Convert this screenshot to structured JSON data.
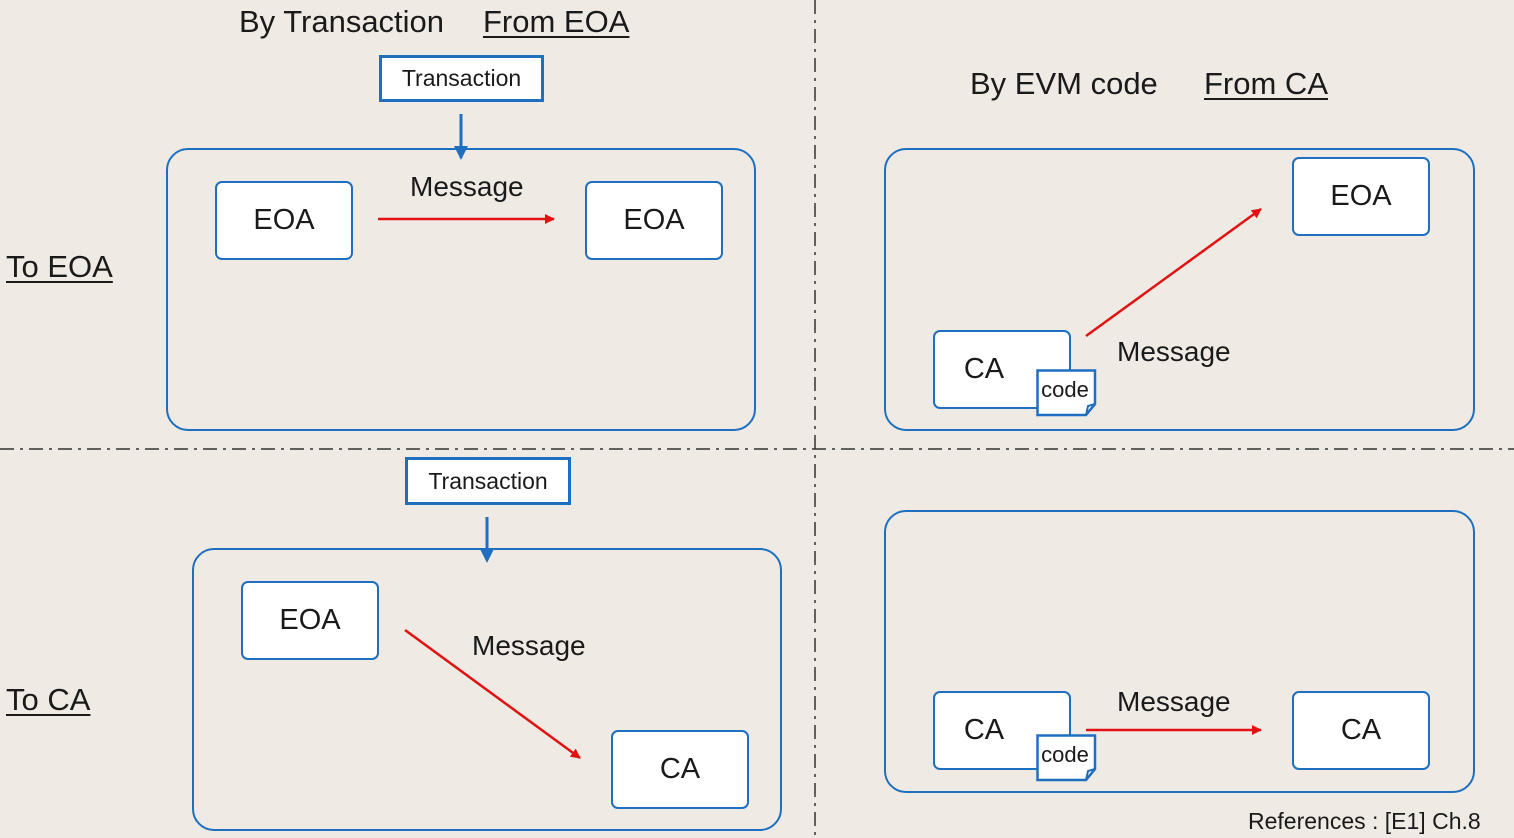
{
  "headers": {
    "by_transaction": "By Transaction",
    "from_eoa": "From EOA",
    "by_evm_code": "By EVM code",
    "from_ca": "From CA"
  },
  "rows": {
    "to_eoa": "To EOA",
    "to_ca": "To CA"
  },
  "transaction_label": "Transaction",
  "message_label": "Message",
  "node_eoa": "EOA",
  "node_ca": "CA",
  "code_label": "code",
  "references": "References : [E1] Ch.8",
  "colors": {
    "border_blue": "#1e6fc0",
    "arrow_red": "#e31212",
    "background": "#efebe4"
  }
}
